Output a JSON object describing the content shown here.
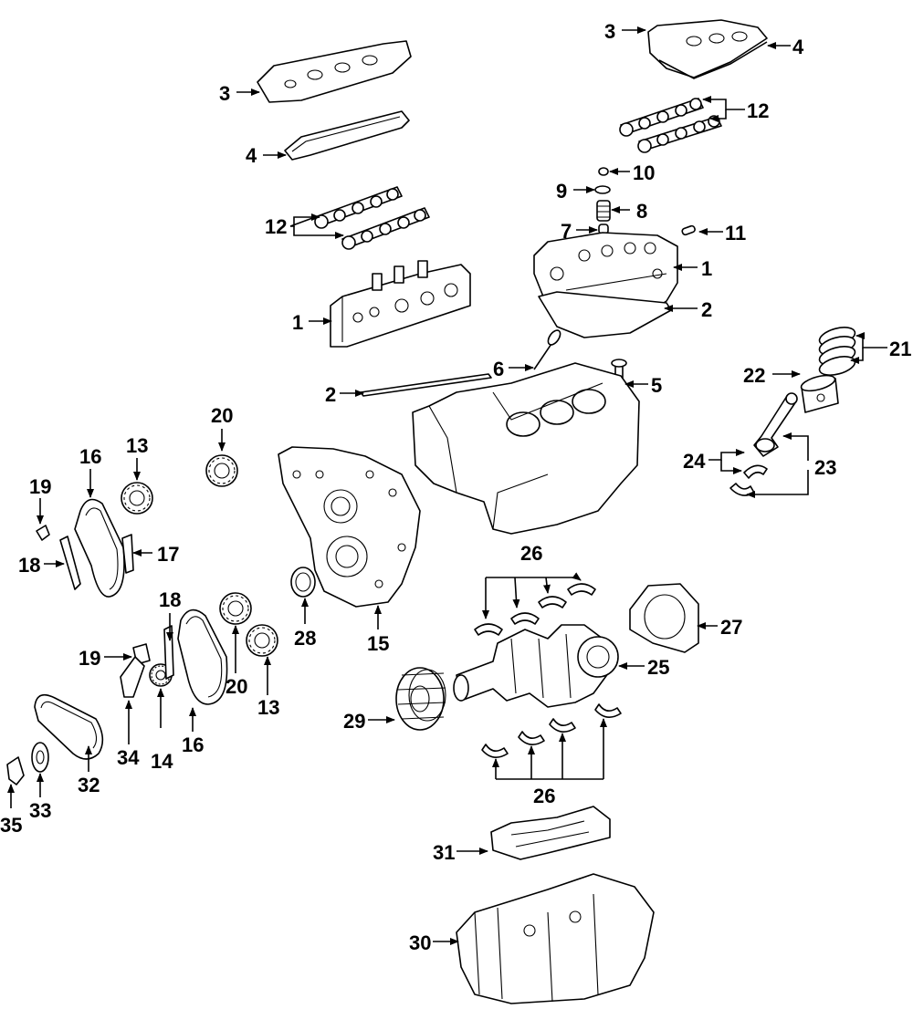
{
  "labels": {
    "c1a": "1",
    "c1b": "1",
    "c2a": "2",
    "c2b": "2",
    "c3a": "3",
    "c3b": "3",
    "c4a": "4",
    "c4b": "4",
    "c5": "5",
    "c6": "6",
    "c7": "7",
    "c8": "8",
    "c9": "9",
    "c10": "10",
    "c11": "11",
    "c12a": "12",
    "c12b": "12",
    "c13a": "13",
    "c13b": "13",
    "c14": "14",
    "c15": "15",
    "c16a": "16",
    "c16b": "16",
    "c17": "17",
    "c18a": "18",
    "c18b": "18",
    "c19a": "19",
    "c19b": "19",
    "c20a": "20",
    "c20b": "20",
    "c21": "21",
    "c22": "22",
    "c23": "23",
    "c24": "24",
    "c25": "25",
    "c26a": "26",
    "c26b": "26",
    "c27": "27",
    "c28": "28",
    "c29": "29",
    "c30": "30",
    "c31": "31",
    "c32": "32",
    "c33": "33",
    "c34": "34",
    "c35": "35"
  }
}
